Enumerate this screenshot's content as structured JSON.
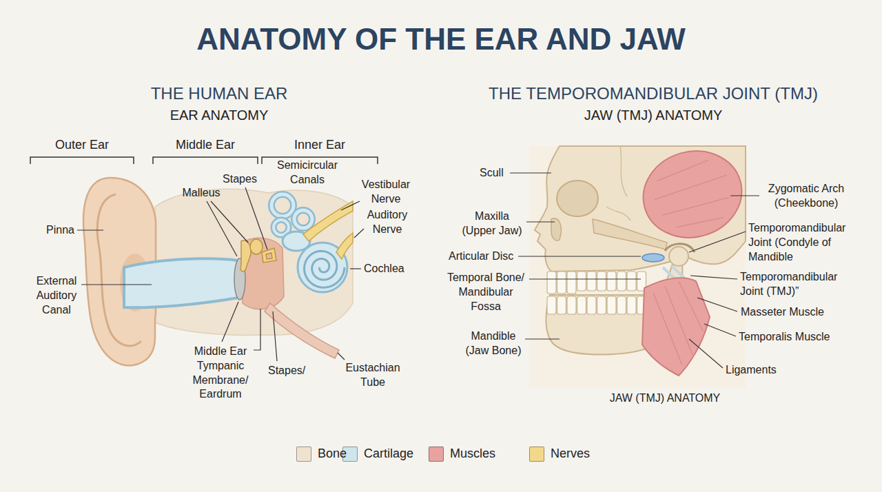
{
  "diagram": {
    "title": "ANATOMY OF THE EAR AND JAW",
    "labels": [
      "THE HUMAN EAR",
      "EAR ANATOMY",
      "THE TEMPOROMANDIBULAR JOINT (TMJ)",
      "JAW (TMJ) ANATOMY",
      "Outer Ear",
      "Middle Ear",
      "Inner Ear",
      "Stapes",
      "Semicircular Canals",
      "Malleus",
      "Vestibular Nerve",
      "Auditory Nerve",
      "Pinna",
      "Cochlea",
      "External Auditory Canal",
      "Middle Ear Tympanic Membrane/ Eardrum",
      "Stapes/",
      "Eustachian Tube",
      "Scull",
      "Maxilla (Upper Jaw)",
      "Articular Disc",
      "Temporal Bone/ Mandibular Fossa",
      "Mandible (Jaw Bone)",
      "Zygomatic Arch (Cheekbone)",
      "Temporomandibular Joint (Condyle of Mandible",
      "Temporomandibular Joint (TMJ)”",
      "Masseter Muscle",
      "Temporalis Muscle",
      "Ligaments",
      "JAW (TMJ) ANATOMY"
    ],
    "legend": [
      {
        "text": "Bone",
        "color": "#efe3cf"
      },
      {
        "text": "Cartilage",
        "color": "#cfe5ee"
      },
      {
        "text": "Muscles",
        "color": "#e8a3a0"
      },
      {
        "text": "Nerves",
        "color": "#f2d98a"
      }
    ]
  }
}
